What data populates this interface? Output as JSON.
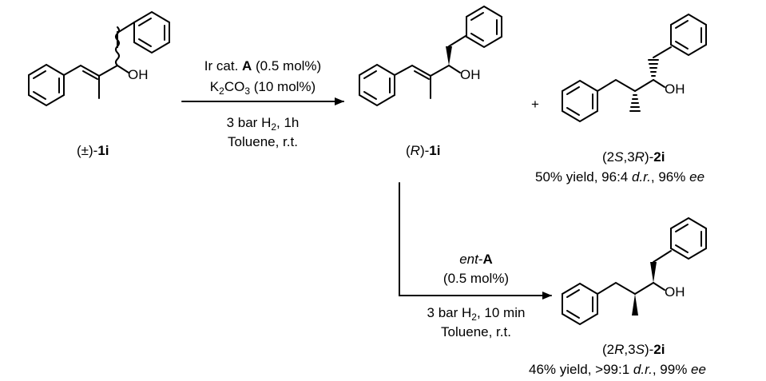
{
  "substrate": {
    "label": {
      "prefix": "(±)-",
      "bold": "1i"
    }
  },
  "step1": {
    "line1": {
      "pre": "Ir cat. ",
      "bold": "A",
      "post": " (0.5 mol%)"
    },
    "line2": {
      "a": "K",
      "sub1": "2",
      "b": "CO",
      "sub2": "3",
      "c": " (10 mol%)"
    },
    "line3": {
      "a": "3 bar H",
      "sub": "2",
      "b": ", 1h"
    },
    "line4": "Toluene, r.t."
  },
  "product_r1i": {
    "label": {
      "p1": "(",
      "it": "R",
      "p2": ")-",
      "bold": "1i"
    }
  },
  "plus": "+",
  "product_2s3r": {
    "label": {
      "p1": "(2",
      "it1": "S",
      "p2": ",3",
      "it2": "R",
      "p3": ")-",
      "bold": "2i"
    },
    "yield": {
      "a": "50% yield, 96:4 ",
      "dr": "d.r.",
      "b": ", 96% ",
      "ee": "ee"
    }
  },
  "step2": {
    "line1": {
      "it": "ent",
      "dash": "-",
      "bold": "A"
    },
    "line2": "(0.5 mol%)",
    "line3": {
      "a": "3 bar H",
      "sub": "2",
      "b": ", 10 min"
    },
    "line4": "Toluene, r.t."
  },
  "product_2r3s": {
    "label": {
      "p1": "(2",
      "it1": "R",
      "p2": ",3",
      "it2": "S",
      "p3": ")-",
      "bold": "2i"
    },
    "yield": {
      "a": "46% yield, >99:1 ",
      "dr": "d.r.",
      "b": ", 99% ",
      "ee": "ee"
    }
  },
  "atoms": {
    "oh": "OH"
  }
}
